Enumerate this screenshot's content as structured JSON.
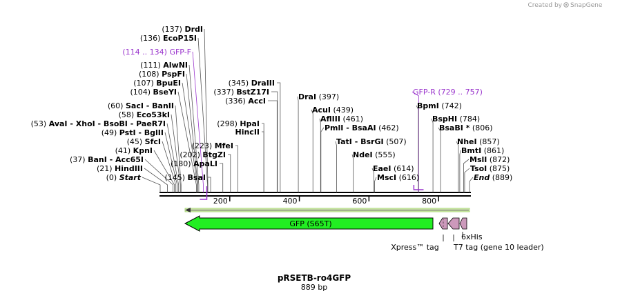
{
  "credit": {
    "created_by": "Created by",
    "brand": "SnapGene"
  },
  "map": {
    "title": "pRSETB-ro4GFP",
    "length_label": "889 bp",
    "length": 889
  },
  "ruler_ticks": [
    {
      "pos": 200,
      "label": "200"
    },
    {
      "pos": 400,
      "label": "400"
    },
    {
      "pos": 600,
      "label": "600"
    },
    {
      "pos": 800,
      "label": "800"
    }
  ],
  "sites_left": [
    {
      "num": "(137)",
      "name": "DrdI",
      "pos": 137
    },
    {
      "num": "(136)",
      "name": "EcoP15I",
      "pos": 136
    },
    {
      "num": "(114 .. 134)",
      "name": "GFP-F",
      "pos": 124,
      "primer": true
    },
    {
      "num": "(111)",
      "name": "AlwNI",
      "pos": 111
    },
    {
      "num": "(108)",
      "name": "PspFI",
      "pos": 108
    },
    {
      "num": "(107)",
      "name": "BpuEI",
      "pos": 107
    },
    {
      "num": "(104)",
      "name": "BseYI",
      "pos": 104
    },
    {
      "num": "(60)",
      "name": "SacI  - BanII",
      "pos": 60
    },
    {
      "num": "(58)",
      "name": "Eco53kI",
      "pos": 58
    },
    {
      "num": "(53)",
      "name": "AvaI  - XhoI  - BsoBI  - PaeR7I",
      "pos": 53
    },
    {
      "num": "(49)",
      "name": "PstI  - BglII",
      "pos": 49
    },
    {
      "num": "(45)",
      "name": "SfcI",
      "pos": 45
    },
    {
      "num": "(41)",
      "name": "KpnI",
      "pos": 41
    },
    {
      "num": "(37)",
      "name": "BanI  - Acc65I",
      "pos": 37
    },
    {
      "num": "(21)",
      "name": "HindIII",
      "pos": 21
    },
    {
      "num": "(0)",
      "name": "Start",
      "pos": 0,
      "italic": true
    }
  ],
  "sites_mid": [
    {
      "num": "(345)",
      "name": "DraIII",
      "pos": 345
    },
    {
      "num": "(337)",
      "name": "BstZ17I",
      "pos": 337
    },
    {
      "num": "(336)",
      "name": "AccI",
      "pos": 336
    },
    {
      "num": "(298)",
      "name": "HpaI",
      "pos": 298
    },
    {
      "name": "HincII",
      "pos": 298
    },
    {
      "num": "(223)",
      "name": "MfeI",
      "pos": 223
    },
    {
      "num": "(202)",
      "name": "BtgZI",
      "pos": 202
    },
    {
      "num": "(180)",
      "name": "ApaLI",
      "pos": 180
    },
    {
      "num": "(145)",
      "name": "BsaI",
      "pos": 145
    }
  ],
  "sites_right": [
    {
      "name": "DraI",
      "num": "(397)",
      "pos": 397
    },
    {
      "name": "AcuI",
      "num": "(439)",
      "pos": 439
    },
    {
      "name": "AflIII",
      "num": "(461)",
      "pos": 461
    },
    {
      "name": "PmlI  - BsaAI",
      "num": "(462)",
      "pos": 462
    },
    {
      "name": "TatI  - BsrGI",
      "num": "(507)",
      "pos": 507
    },
    {
      "name": "NdeI",
      "num": "(555)",
      "pos": 555
    },
    {
      "name": "EaeI",
      "num": "(614)",
      "pos": 614
    },
    {
      "name": "MscI",
      "num": "(616)",
      "pos": 616
    },
    {
      "name": "GFP-R",
      "num": "(729 .. 757)",
      "pos": 743,
      "primer": true
    },
    {
      "name": "BpmI",
      "num": "(742)",
      "pos": 742
    },
    {
      "name": "BspHI",
      "num": "(784)",
      "pos": 784
    },
    {
      "name": "BsaBI *",
      "num": "(806)",
      "pos": 806
    },
    {
      "name": "NheI",
      "num": "(857)",
      "pos": 857
    },
    {
      "name": "BmtI",
      "num": "(861)",
      "pos": 861
    },
    {
      "name": "MslI",
      "num": "(872)",
      "pos": 872
    },
    {
      "name": "TsoI",
      "num": "(875)",
      "pos": 875
    },
    {
      "name": "End",
      "num": "(889)",
      "pos": 889,
      "italic": true
    }
  ],
  "features": {
    "gfp": {
      "label": "GFP (S65T)",
      "start": 74,
      "end": 791,
      "color": "#22ee22"
    },
    "tags_label_1": "Xpress™ tag",
    "tags_label_2": "6xHis",
    "tags_label_3": "T7 tag (gene 10 leader)"
  },
  "colors": {
    "primer": "#9933cc",
    "gfp": "#22ee22",
    "tag": "#cc99bb",
    "orf": "#99dd44"
  }
}
